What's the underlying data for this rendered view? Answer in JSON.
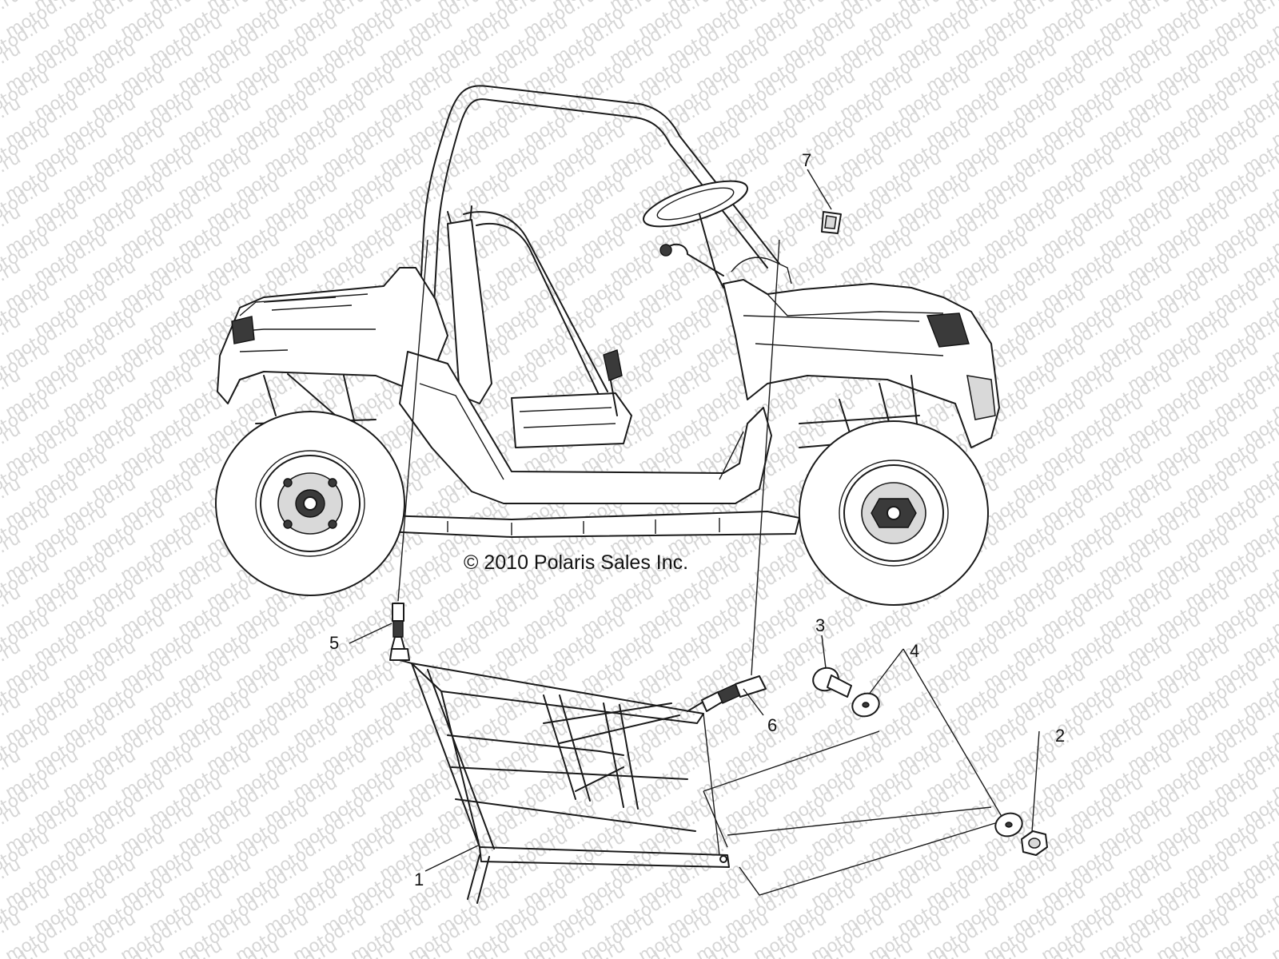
{
  "watermark": "motod.ru",
  "copyright": "© 2010 Polaris Sales Inc.",
  "callouts": [
    {
      "id": "1",
      "label": "1"
    },
    {
      "id": "2",
      "label": "2"
    },
    {
      "id": "3",
      "label": "3"
    },
    {
      "id": "4",
      "label": "4"
    },
    {
      "id": "5",
      "label": "5"
    },
    {
      "id": "6",
      "label": "6"
    },
    {
      "id": "7",
      "label": "7"
    }
  ],
  "colors": {
    "line": "#1a1a1a",
    "watermark": "#d6d6d6",
    "background": "#ffffff"
  }
}
